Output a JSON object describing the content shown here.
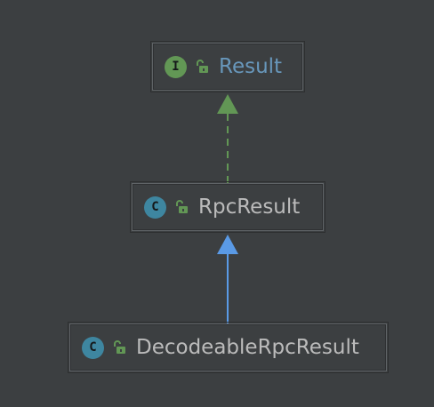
{
  "colors": {
    "background": "#3c3f41",
    "node_border": "#5f6366",
    "interface_badge": "#629755",
    "class_badge": "#3e86a0",
    "lock": "#629755",
    "implements_edge": "#629755",
    "extends_edge": "#5a9ae6",
    "interface_text": "#6897bb",
    "class_text": "#bbbbbb"
  },
  "nodes": {
    "result": {
      "badge": "I",
      "kind": "interface",
      "icon": "unlocked-lock-icon",
      "label": "Result"
    },
    "rpc_result": {
      "badge": "C",
      "kind": "class",
      "icon": "unlocked-lock-icon",
      "label": "RpcResult"
    },
    "decodeable": {
      "badge": "C",
      "kind": "class",
      "icon": "unlocked-lock-icon",
      "label": "DecodeableRpcResult"
    }
  },
  "edges": [
    {
      "from": "RpcResult",
      "to": "Result",
      "style": "dashed"
    },
    {
      "from": "DecodeableRpcResult",
      "to": "RpcResult",
      "style": "solid"
    }
  ]
}
